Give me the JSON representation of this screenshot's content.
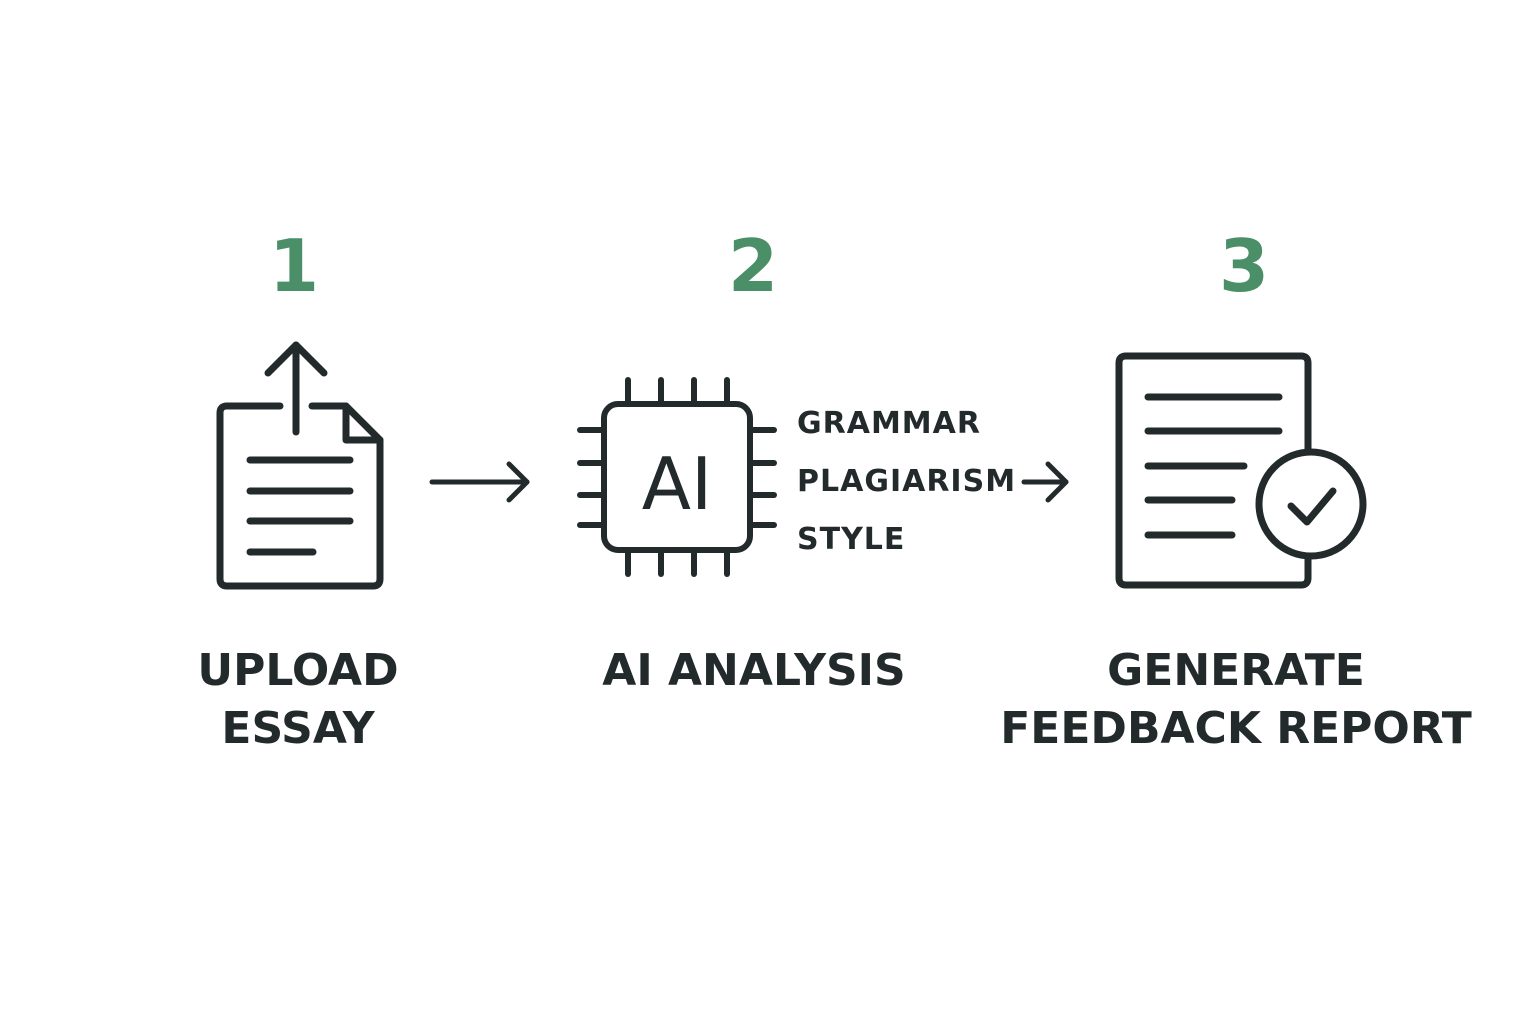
{
  "steps": [
    {
      "number": "1",
      "title_lines": [
        "UPLOAD",
        "ESSAY"
      ],
      "icon": "upload-document-icon"
    },
    {
      "number": "2",
      "title_lines": [
        "AI ANALYSIS"
      ],
      "icon": "ai-chip-icon",
      "icon_text": "AI"
    },
    {
      "number": "3",
      "title_lines": [
        "GENERATE",
        "FEEDBACK REPORT"
      ],
      "icon": "report-check-icon"
    }
  ],
  "analysis_checks": [
    "GRAMMAR",
    "PLAGIARISM",
    "STYLE"
  ],
  "colors": {
    "accent": "#4b8f68",
    "ink": "#232a2c",
    "background": "#ffffff"
  }
}
